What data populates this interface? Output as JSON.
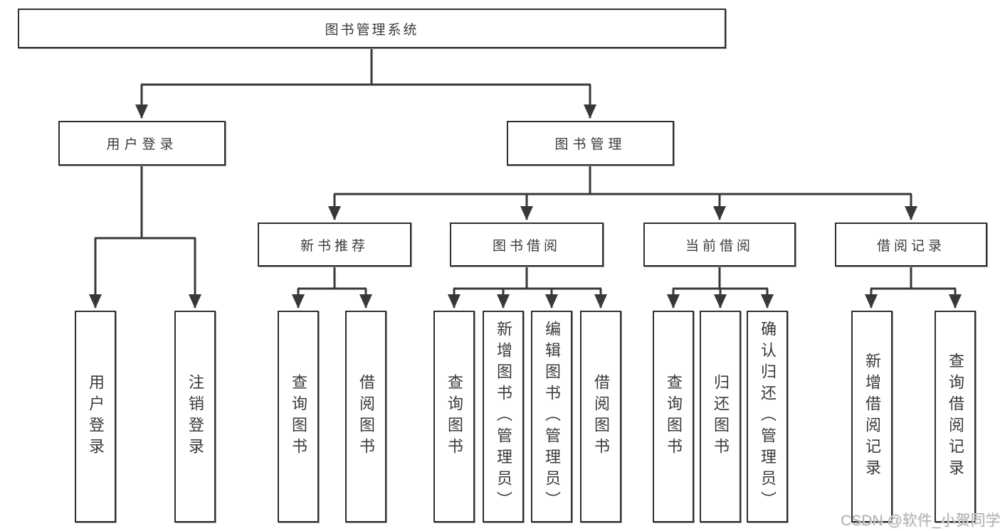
{
  "diagram": {
    "title_node": {
      "label": "图书管理系统"
    },
    "level2": [
      {
        "label": "用户登录"
      },
      {
        "label": "图书管理"
      }
    ],
    "level3": [
      {
        "label": "新书推荐"
      },
      {
        "label": "图书借阅"
      },
      {
        "label": "当前借阅"
      },
      {
        "label": "借阅记录"
      }
    ],
    "leaves": [
      {
        "label": "用户登录",
        "parent": "用户登录"
      },
      {
        "label": "注销登录",
        "parent": "用户登录"
      },
      {
        "label": "查询图书",
        "parent": "新书推荐"
      },
      {
        "label": "借阅图书",
        "parent": "新书推荐"
      },
      {
        "label": "查询图书",
        "parent": "图书借阅"
      },
      {
        "label": "新增图书（管理员）",
        "parent": "图书借阅"
      },
      {
        "label": "编辑图书（管理员）",
        "parent": "图书借阅"
      },
      {
        "label": "借阅图书",
        "parent": "图书借阅"
      },
      {
        "label": "查询图书",
        "parent": "当前借阅"
      },
      {
        "label": "归还图书",
        "parent": "当前借阅"
      },
      {
        "label": "确认归还（管理员）",
        "parent": "当前借阅"
      },
      {
        "label": "新增借阅记录",
        "parent": "借阅记录"
      },
      {
        "label": "查询借阅记录",
        "parent": "借阅记录"
      }
    ],
    "colors": {
      "line": "#383838",
      "box_border": "#2f2f2f",
      "text": "#3a3a3a",
      "background": "#ffffff",
      "watermark": "#b3b3b3"
    },
    "watermark": "CSDN @软件_小贺同学"
  }
}
